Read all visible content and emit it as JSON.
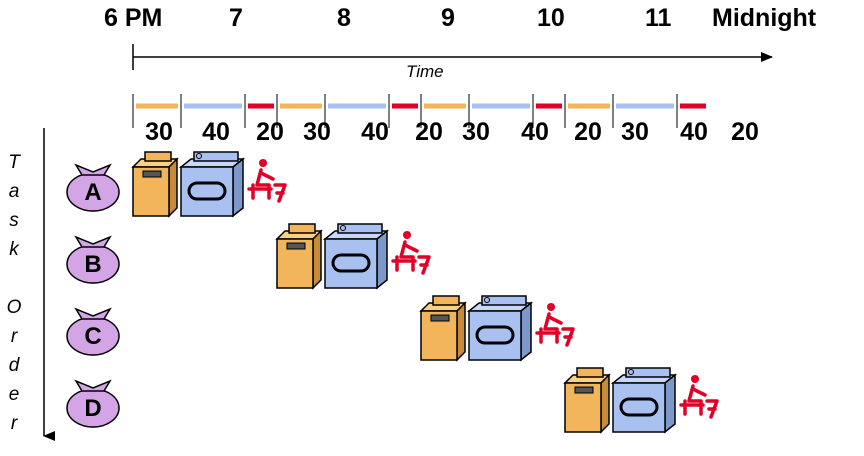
{
  "timeline": {
    "hour_labels": [
      "6 PM",
      "7",
      "8",
      "9",
      "10",
      "11",
      "Midnight"
    ],
    "axis_label": "Time",
    "durations": [
      "30",
      "40",
      "20",
      "30",
      "40",
      "20",
      "30",
      "40",
      "20",
      "30",
      "40",
      "20"
    ],
    "stage_colors": {
      "wash": "#f2b55c",
      "dry": "#a9c1f0",
      "fold": "#e00028"
    }
  },
  "task_axis": {
    "label_chars": [
      "T",
      "a",
      "s",
      "k",
      "",
      "O",
      "r",
      "d",
      "e",
      "r"
    ]
  },
  "tasks": [
    {
      "label": "A"
    },
    {
      "label": "B"
    },
    {
      "label": "C"
    },
    {
      "label": "D"
    }
  ],
  "icons": {
    "bag": "laundry-bag-icon",
    "washer": "washer-icon",
    "dryer": "dryer-icon",
    "folder": "folding-person-icon"
  }
}
